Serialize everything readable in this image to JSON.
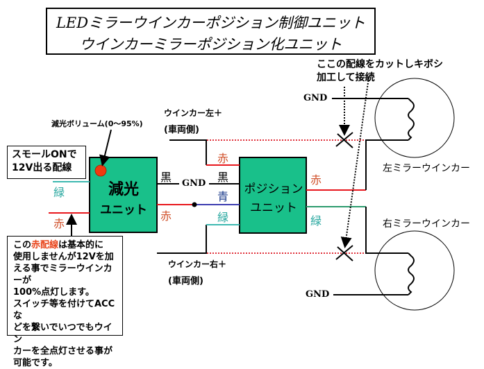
{
  "title": {
    "line1": "LEDミラーウインカーポジション制御ユニット",
    "line2": "ウインカーミラーポジション化ユニット"
  },
  "colors": {
    "unit_fill": "#19c08a",
    "wire_red": "#e8161c",
    "wire_black": "#000000",
    "wire_blue": "#3b3bb0",
    "wire_cyan": "#3cb8b0",
    "wire_green": "#2a9a6c",
    "label_red": "#d0502a",
    "label_cyan": "#2aa8a0",
    "label_blue": "#1a3a8a",
    "knob_red": "#f03a10",
    "dotted_red": "#e0303a"
  },
  "annotations": {
    "cut_note_line1": "ここの配線をカットしキボシ",
    "cut_note_line2": "加工して接続",
    "volume_label": "減光ボリューム(0～95%)",
    "small_on_note_line1": "スモールONで",
    "small_on_note_line2": "12V出る配線",
    "red_note_prefix": "この",
    "red_note_highlight": "赤配線",
    "red_note_lines": [
      "は基本的に",
      "使用しませんが12Vを加",
      "える事でミラーウインカーが",
      "100%点灯します。",
      "スイッチ等を付けてACCな",
      "どを繋いでいつでもウイン",
      "カーを全点灯させる事が",
      "可能です。"
    ]
  },
  "units": {
    "dimmer": {
      "line1": "減光",
      "line2": "ユニット"
    },
    "position": {
      "line1": "ポジション",
      "line2": "ユニット"
    }
  },
  "wire_labels": {
    "dimmer_in_green": "緑",
    "dimmer_in_red": "赤",
    "dimmer_out_black": "黒",
    "dimmer_out_red": "赤",
    "gnd_mid": "GND",
    "pos_in_red": "赤",
    "pos_in_black": "黒",
    "pos_in_blue": "青",
    "pos_in_green": "緑",
    "pos_out_red": "赤",
    "pos_out_green": "緑",
    "gnd_top": "GND",
    "gnd_bottom": "GND"
  },
  "signals": {
    "left_winker_line1": "ウインカー左＋",
    "left_winker_line2": "(車両側)",
    "right_winker_line1": "ウインカー右＋",
    "right_winker_line2": "(車両側)"
  },
  "mirrors": {
    "left": "左ミラーウインカー",
    "right": "右ミラーウインカー"
  }
}
